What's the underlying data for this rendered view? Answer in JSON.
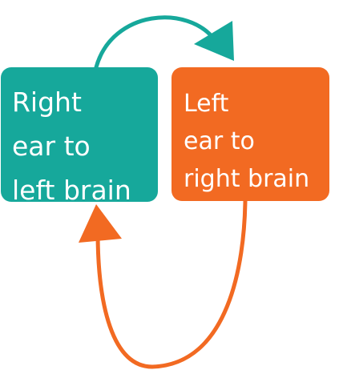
{
  "boxes": {
    "right_ear": {
      "lines": [
        "Right",
        "ear to",
        "left brain"
      ],
      "color": "#16a89b"
    },
    "left_ear": {
      "lines": [
        "Left",
        "ear to",
        "right brain"
      ],
      "color": "#f26a22"
    }
  },
  "connectors": {
    "top_arrow": {
      "color": "#16a89b",
      "direction": "right-ear-box to left-ear-box"
    },
    "bottom_arrow": {
      "color": "#f26a22",
      "direction": "left-ear-box to right-ear-box"
    }
  }
}
